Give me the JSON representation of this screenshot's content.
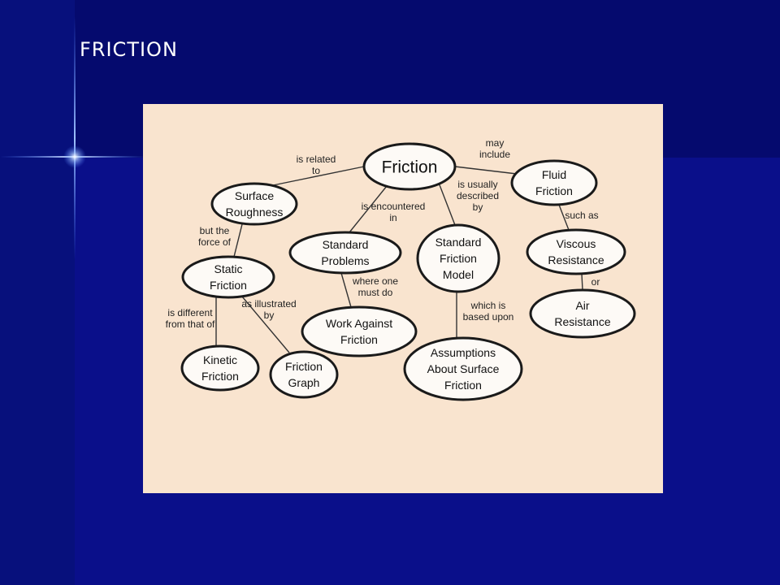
{
  "slide": {
    "title": "FRICTION"
  },
  "colors": {
    "background": "#0a0f8a",
    "background_dark": "#050a6e",
    "panel": "#f9e4cf",
    "node_fill": "#fdfaf6",
    "node_stroke": "#1a1a1a"
  },
  "concept_map": {
    "nodes": [
      {
        "id": "friction",
        "lines": [
          "Friction"
        ]
      },
      {
        "id": "surface-roughness",
        "lines": [
          "Surface",
          "Roughness"
        ]
      },
      {
        "id": "fluid-friction",
        "lines": [
          "Fluid",
          "Friction"
        ]
      },
      {
        "id": "standard-problems",
        "lines": [
          "Standard",
          "Problems"
        ]
      },
      {
        "id": "standard-friction-model",
        "lines": [
          "Standard",
          "Friction",
          "Model"
        ]
      },
      {
        "id": "viscous-resistance",
        "lines": [
          "Viscous",
          "Resistance"
        ]
      },
      {
        "id": "static-friction",
        "lines": [
          "Static",
          "Friction"
        ]
      },
      {
        "id": "air-resistance",
        "lines": [
          "Air",
          "Resistance"
        ]
      },
      {
        "id": "work-against-friction",
        "lines": [
          "Work Against",
          "Friction"
        ]
      },
      {
        "id": "assumptions",
        "lines": [
          "Assumptions",
          "About Surface",
          "Friction"
        ]
      },
      {
        "id": "kinetic-friction",
        "lines": [
          "Kinetic",
          "Friction"
        ]
      },
      {
        "id": "friction-graph",
        "lines": [
          "Friction",
          "Graph"
        ]
      }
    ],
    "edges": [
      {
        "id": "related-to",
        "from": "friction",
        "to": "surface-roughness",
        "label": [
          "is related",
          "to"
        ]
      },
      {
        "id": "may-include",
        "from": "friction",
        "to": "fluid-friction",
        "label": [
          "may",
          "include"
        ]
      },
      {
        "id": "encountered-in",
        "from": "friction",
        "to": "standard-problems",
        "label": [
          "is encountered",
          "in"
        ]
      },
      {
        "id": "described-by",
        "from": "friction",
        "to": "standard-friction-model",
        "label": [
          "is usually",
          "described",
          "by"
        ]
      },
      {
        "id": "but-force-of",
        "from": "surface-roughness",
        "to": "static-friction",
        "label": [
          "but the",
          "force of"
        ]
      },
      {
        "id": "such-as",
        "from": "fluid-friction",
        "to": "viscous-resistance",
        "label": [
          "such as"
        ]
      },
      {
        "id": "or",
        "from": "viscous-resistance",
        "to": "air-resistance",
        "label": [
          "or"
        ]
      },
      {
        "id": "where-one-must-do",
        "from": "standard-problems",
        "to": "work-against-friction",
        "label": [
          "where one",
          "must do"
        ]
      },
      {
        "id": "based-upon",
        "from": "standard-friction-model",
        "to": "assumptions",
        "label": [
          "which is",
          "based upon"
        ]
      },
      {
        "id": "different-from",
        "from": "static-friction",
        "to": "kinetic-friction",
        "label": [
          "is different",
          "from that of"
        ]
      },
      {
        "id": "illustrated-by",
        "from": "static-friction",
        "to": "friction-graph",
        "label": [
          "as illustrated",
          "by"
        ]
      }
    ]
  }
}
